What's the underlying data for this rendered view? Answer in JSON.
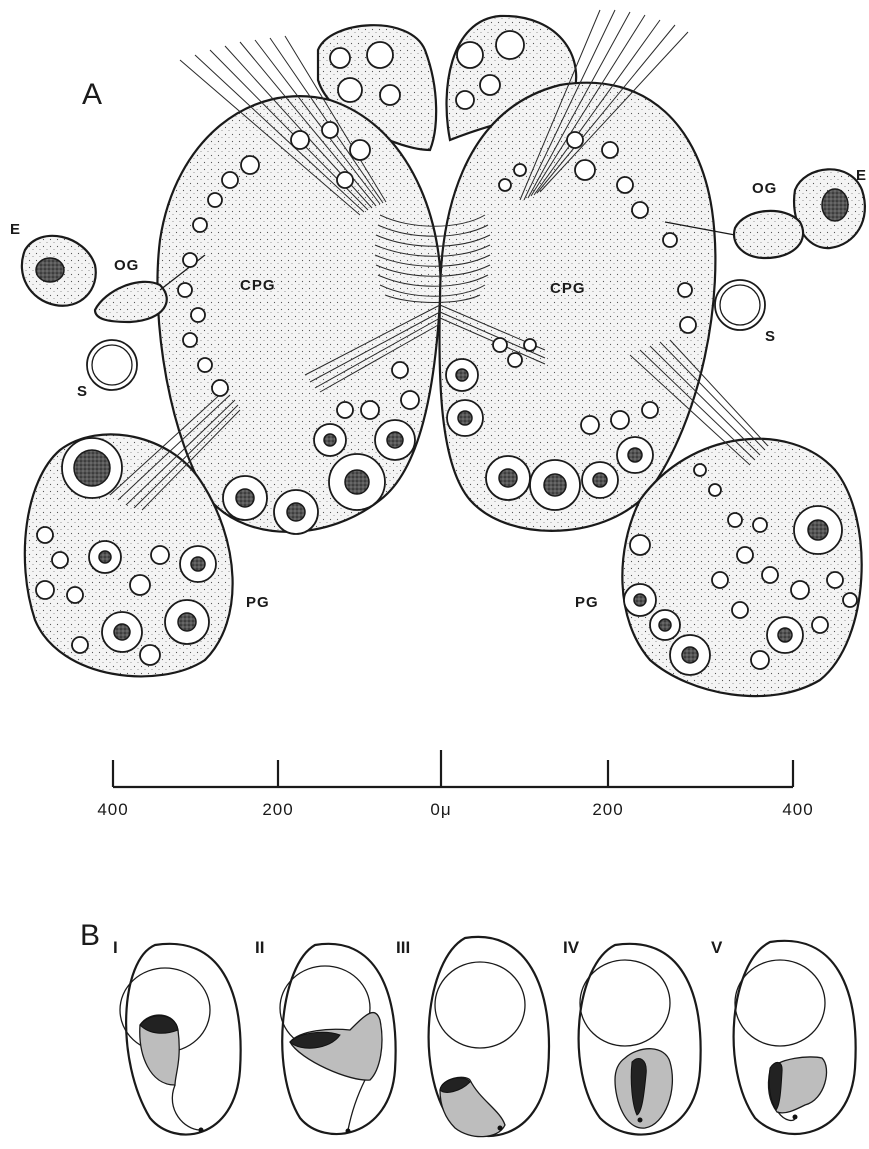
{
  "panels": {
    "a": {
      "label": "A",
      "labels": {
        "cpg_left": "CPG",
        "cpg_right": "CPG",
        "og_left": "OG",
        "og_right": "OG",
        "e_left": "E",
        "e_right": "E",
        "s_left": "S",
        "s_right": "S",
        "pg_left": "PG",
        "pg_right": "PG"
      },
      "scale_bar": {
        "ticks": [
          "400",
          "200",
          "0μ",
          "200",
          "400"
        ]
      }
    },
    "b": {
      "label": "B",
      "stages": [
        "I",
        "II",
        "III",
        "IV",
        "V"
      ]
    }
  },
  "colors": {
    "ink": "#1a1a1a",
    "shading": "#bdbdbd",
    "background": "#ffffff"
  }
}
